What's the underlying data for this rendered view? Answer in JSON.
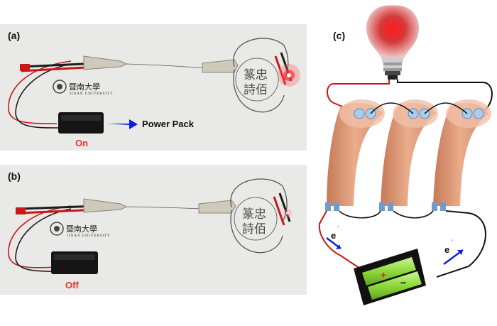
{
  "panels": [
    {
      "label": "(a)",
      "status": "On",
      "arrow_text": "Power Pack",
      "university_cn": "暨南大學",
      "university_en": "JINAN UNIVERSITY",
      "led_lit": true
    },
    {
      "label": "(b)",
      "status": "Off",
      "university_cn": "暨南大學",
      "university_en": "JINAN UNIVERSITY",
      "led_lit": false
    }
  ],
  "schematic": {
    "label": "(c)",
    "electron_left": "e",
    "electron_right": "e",
    "battery_plus": "+",
    "battery_minus": "−"
  },
  "colors": {
    "on_label": "#e8372b",
    "arrow": "#0a1ee6",
    "fiber": "#d88f6a",
    "red_wire": "#d01010",
    "battery_cell": "#9be244",
    "bulb_glow": "#e02020"
  }
}
